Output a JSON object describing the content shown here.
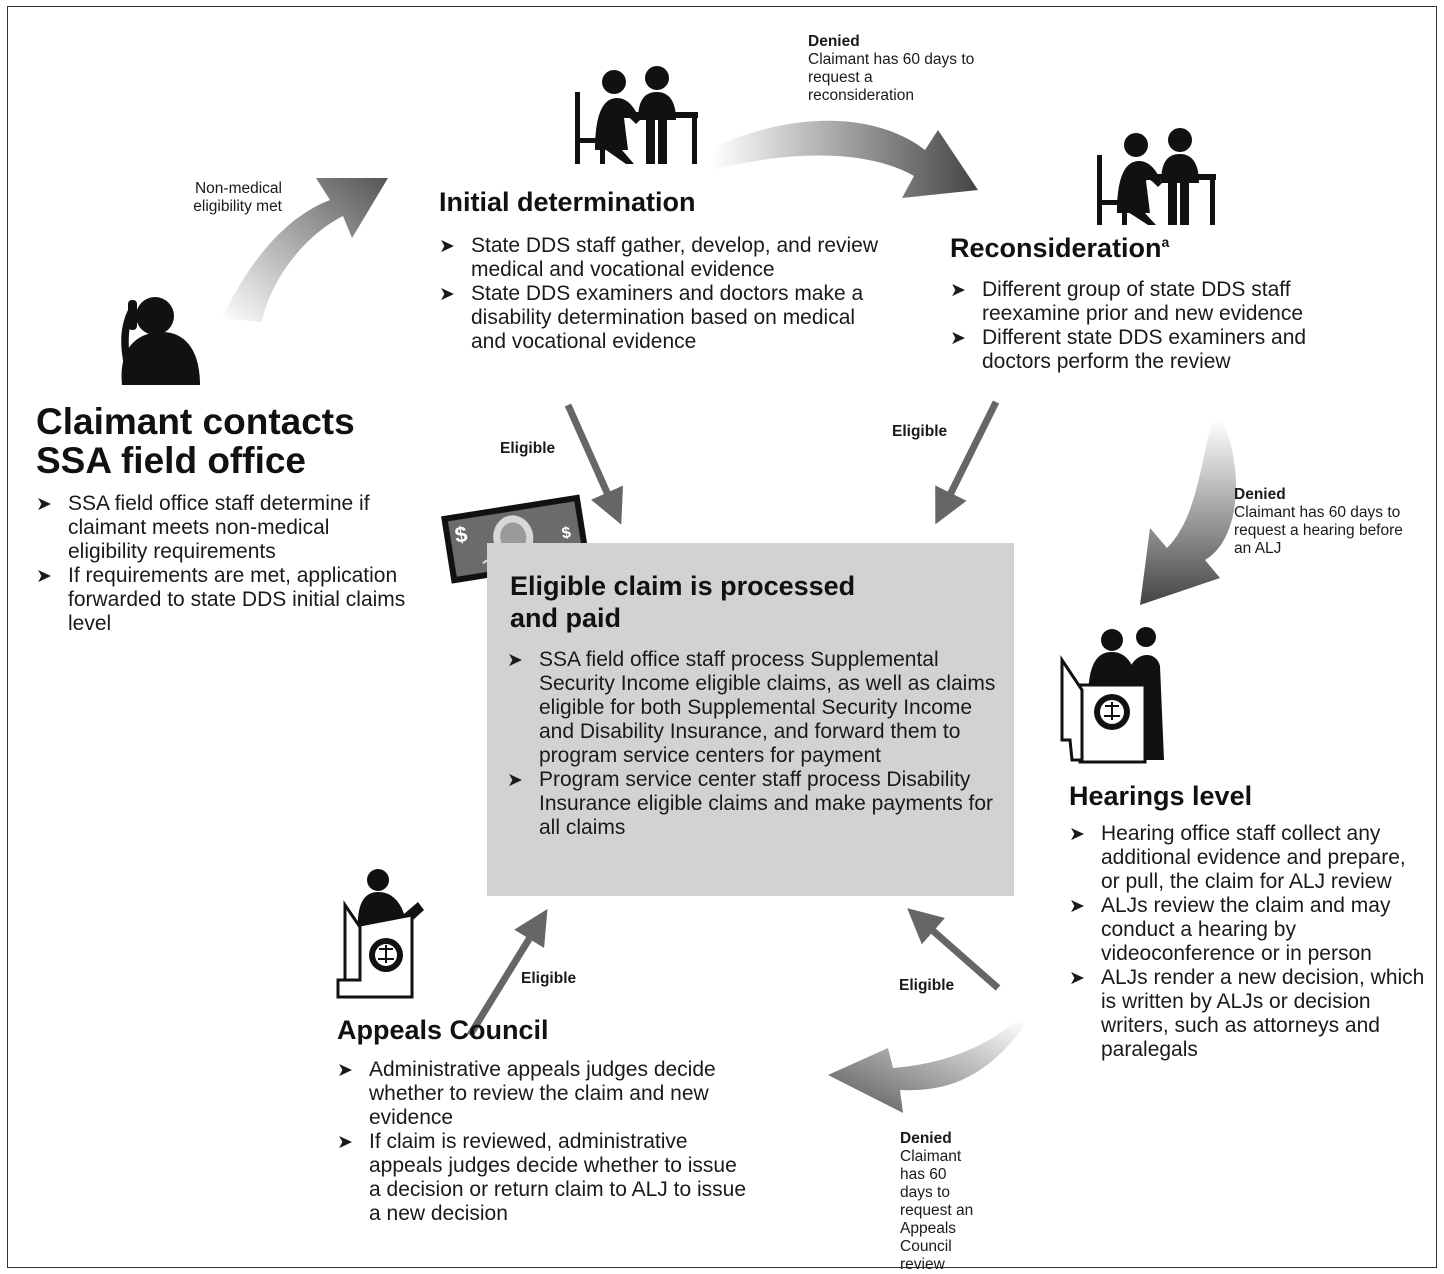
{
  "claimant": {
    "title_line1": "Claimant contacts",
    "title_line2": "SSA field office",
    "bullets": [
      "SSA field office staff determine if claimant meets non-medical eligibility requirements",
      "If requirements are met, application forwarded to state DDS initial claims level"
    ]
  },
  "initial": {
    "title": "Initial determination",
    "bullets": [
      "State DDS staff gather, develop, and review medical and vocational evidence",
      "State DDS examiners and doctors make a disability determination based on medical and vocational evidence"
    ]
  },
  "reconsideration": {
    "title": "Reconsideration",
    "superscript": "a",
    "bullets": [
      "Different group of state DDS staff reexamine prior and new evidence",
      "Different state DDS examiners and doctors perform the review"
    ]
  },
  "hearings": {
    "title": "Hearings level",
    "bullets": [
      "Hearing office staff collect any additional evidence and prepare, or pull, the claim for ALJ review",
      "ALJs review the claim and may conduct a hearing by videoconference or in person",
      "ALJs render a new decision, which is written by ALJs or decision writers, such as attorneys and paralegals"
    ]
  },
  "appeals": {
    "title": "Appeals Council",
    "bullets": [
      "Administrative appeals judges decide whether to review the claim and new evidence",
      "If claim is reviewed, administrative appeals judges decide whether to issue a decision or return claim to ALJ to issue a new decision"
    ]
  },
  "paid": {
    "title_line1": "Eligible claim is processed",
    "title_line2": "and paid",
    "bullets": [
      "SSA field office staff process Supplemental Security Income eligible claims, as well as claims eligible for both Supplemental Security Income and Disability Insurance, and forward them to program service centers for payment",
      "Program service center staff process Disability Insurance eligible claims and make payments for all claims"
    ]
  },
  "edges": {
    "nonmedical": "Non-medical eligibility met",
    "eligible": "Eligible",
    "denied": "Denied",
    "denied_recon_text": "Claimant has 60 days to request a reconsideration",
    "denied_hearing_text": "Claimant has 60 days to request a hearing before an ALJ",
    "denied_appeals_text": "Claimant has 60 days to request an Appeals Council review"
  },
  "icons": {
    "money": "$",
    "colors": {
      "arrow": "#5f5f5f",
      "box": "#d1d2d4",
      "figure": "#111111"
    }
  }
}
